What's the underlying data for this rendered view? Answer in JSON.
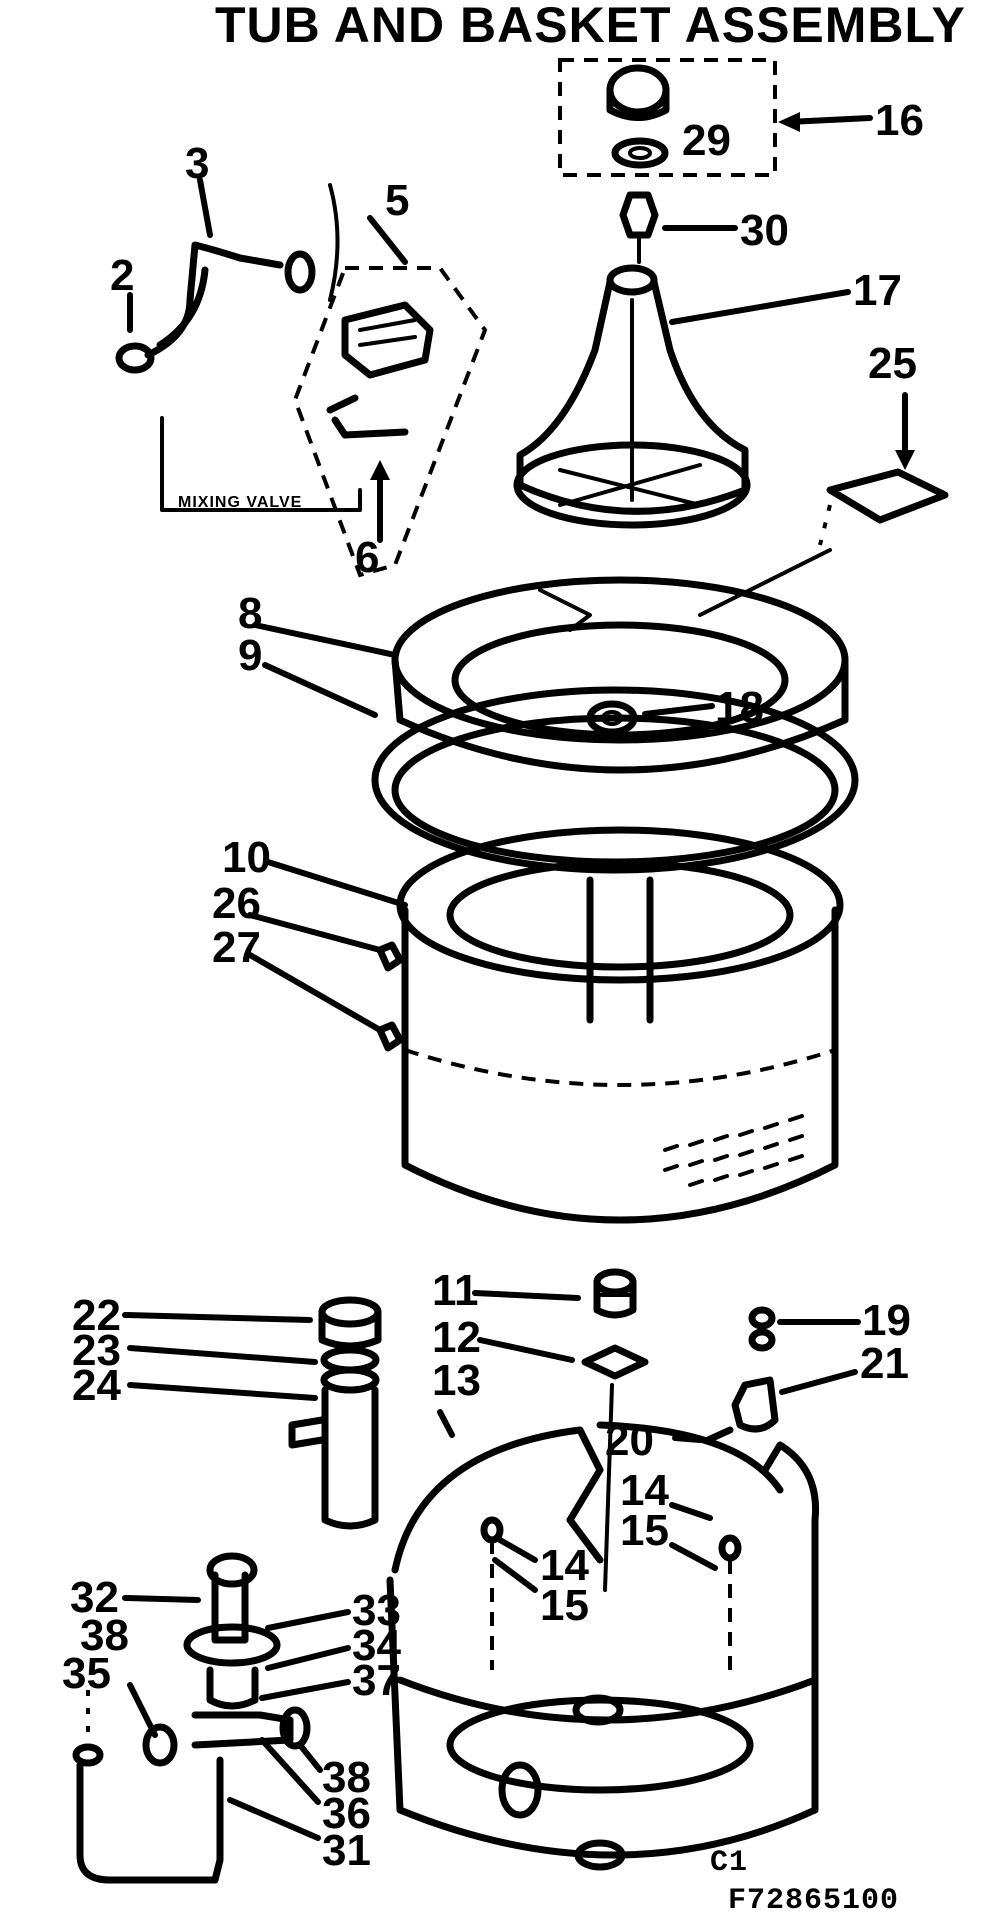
{
  "title": "TUB AND BASKET ASSEMBLY",
  "figure_code": "F72865100",
  "figure_code_small": "C1",
  "sublabel_mixing_valve": "MIXING VALVE",
  "callouts": {
    "c2": "2",
    "c3": "3",
    "c5": "5",
    "c6": "6",
    "c8": "8",
    "c9": "9",
    "c10": "10",
    "c11": "11",
    "c12": "12",
    "c13": "13",
    "c14a": "14",
    "c14b": "14",
    "c15a": "15",
    "c15b": "15",
    "c16": "16",
    "c17": "17",
    "c18": "18",
    "c19": "19",
    "c20": "20",
    "c21": "21",
    "c22": "22",
    "c23": "23",
    "c24": "24",
    "c25": "25",
    "c26": "26",
    "c27": "27",
    "c29": "29",
    "c30": "30",
    "c31": "31",
    "c32": "32",
    "c33": "33",
    "c34": "34",
    "c35": "35",
    "c36": "36",
    "c37": "37",
    "c38a": "38",
    "c38b": "38"
  }
}
